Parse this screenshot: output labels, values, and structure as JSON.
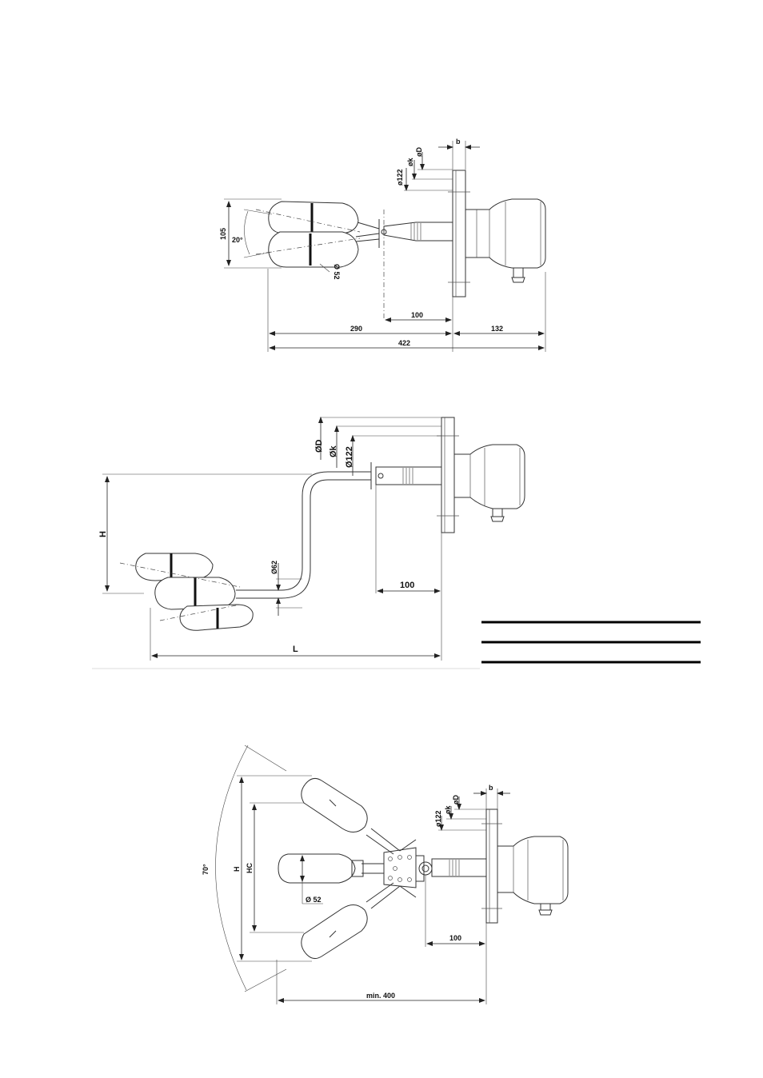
{
  "drawing_1": {
    "dim_105": "105",
    "angle_20": "20°",
    "dia_52": "Ø 52",
    "dia_122": "ø122",
    "dia_k": "øk",
    "dia_D": "øD",
    "b": "b",
    "dim_100": "100",
    "dim_290": "290",
    "dim_132": "132",
    "dim_422": "422"
  },
  "drawing_2": {
    "dia_D": "ØD",
    "dia_k": "Øk",
    "dia_122": "Ø122",
    "H": "H",
    "dia_62": "Ø62",
    "dim_100": "100",
    "L": "L"
  },
  "drawing_3": {
    "angle_70": "70°",
    "H": "H",
    "HC": "HC",
    "dia_52": "Ø 52",
    "dia_122": "ø122",
    "dia_k": "øk",
    "dia_D": "øD",
    "b": "b",
    "dim_100": "100",
    "min_400": "min. 400"
  }
}
